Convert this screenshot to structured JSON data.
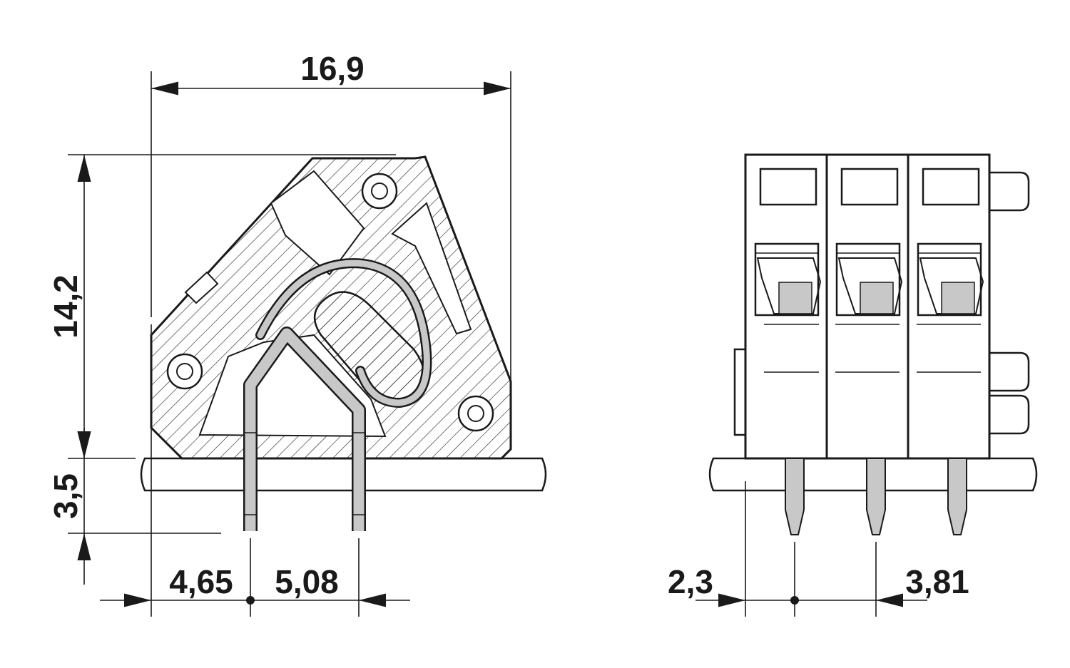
{
  "dimensions": {
    "overall_width": "16,9",
    "height": "14,2",
    "pin_length": "3,5",
    "edge_to_first_pin": "4,65",
    "pin_row_spacing": "5,08",
    "front_edge_offset": "2,3",
    "pitch": "3,81"
  },
  "colors": {
    "line": "#1a1a1a",
    "metal": "#c8c8c8",
    "background": "#ffffff"
  }
}
